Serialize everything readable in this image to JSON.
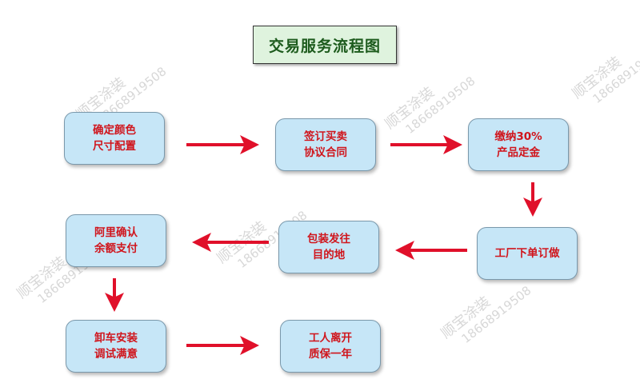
{
  "title": "交易服务流程图",
  "nodes": [
    {
      "line1": "确定颜色",
      "line2": "尺寸配置"
    },
    {
      "line1": "签订买卖",
      "line2": "协议合同"
    },
    {
      "line1": "缴纳30%",
      "line2": "产品定金"
    },
    {
      "line1": "工厂下单订做",
      "line2": ""
    },
    {
      "line1": "包装发往",
      "line2": "目的地"
    },
    {
      "line1": "阿里确认",
      "line2": "余额支付"
    },
    {
      "line1": "卸车安装",
      "line2": "调试满意"
    },
    {
      "line1": "工人离开",
      "line2": "质保一年"
    }
  ],
  "watermark": {
    "name": "顺宝涂装",
    "phone": "18668919508"
  },
  "colors": {
    "arrow": "#e0102a",
    "node_fill": "#c6e6f7",
    "node_text": "#d0151c",
    "title_fill": "#dff3de",
    "title_text": "#1d5b1d"
  }
}
